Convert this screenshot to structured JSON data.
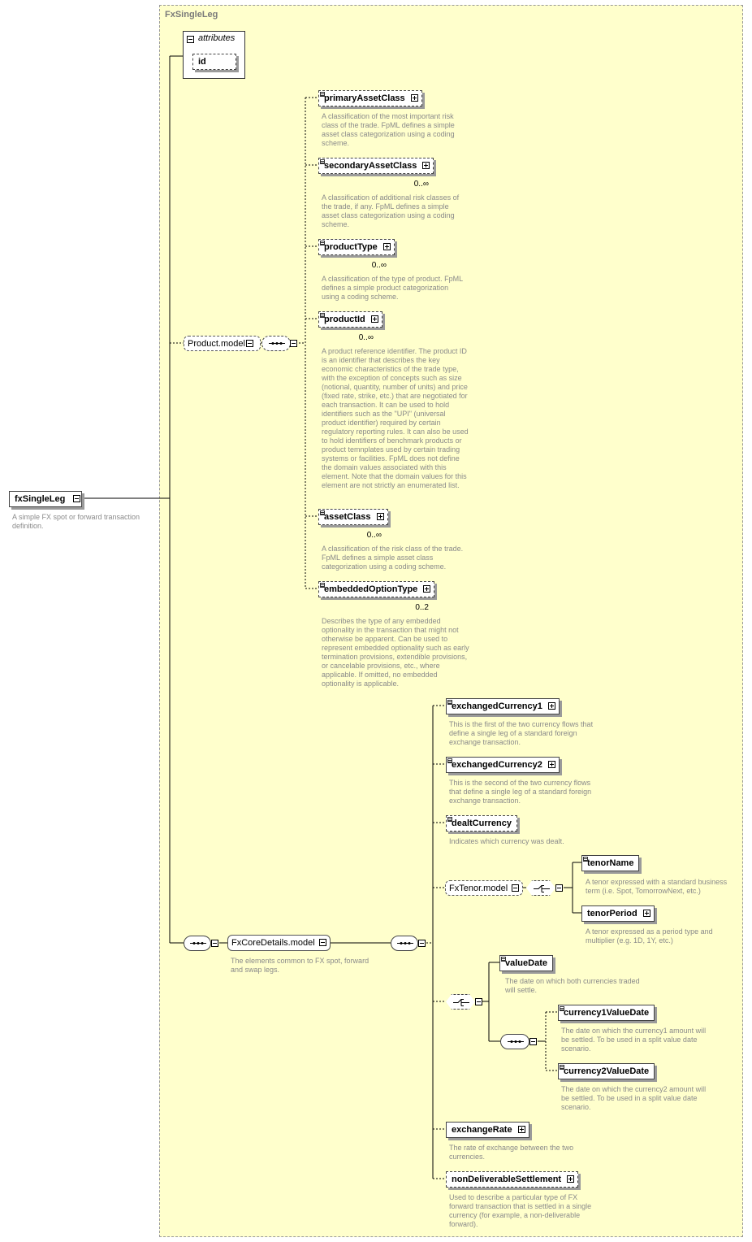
{
  "group": {
    "title": "FxSingleLeg"
  },
  "root": {
    "label": "fxSingleLeg",
    "doc": "A simple FX spot or forward transaction definition."
  },
  "attributes": {
    "header": "attributes",
    "items": [
      "id"
    ]
  },
  "product_model": {
    "label": "Product.model",
    "elements": [
      {
        "label": "primaryAssetClass",
        "card": "",
        "doc": "A classification of the most important risk class of the trade. FpML defines a simple asset class categorization using a coding scheme."
      },
      {
        "label": "secondaryAssetClass",
        "card": "0..∞",
        "doc": "A classification of additional risk classes of the trade, if any. FpML defines a simple asset class categorization using a coding scheme."
      },
      {
        "label": "productType",
        "card": "0..∞",
        "doc": "A classification of the type of product. FpML defines a simple product categorization using a coding scheme."
      },
      {
        "label": "productId",
        "card": "0..∞",
        "doc": "A product reference identifier. The product ID is an identifier that describes the key economic characteristics of the trade type, with the exception of concepts such as size (notional, quantity, number of units) and price (fixed rate, strike, etc.) that are negotiated for each transaction. It can be used to hold identifiers such as the \"UPI\" (universal product identifier) required by certain regulatory reporting rules. It can also be used to hold identifiers of benchmark products or product temnplates used by certain trading systems or facilities. FpML does not define the domain values associated with this element. Note that the domain values for this element are not strictly an enumerated list."
      },
      {
        "label": "assetClass",
        "card": "0..∞",
        "doc": "A classification of the risk class of the trade. FpML defines a simple asset class categorization using a coding scheme."
      },
      {
        "label": "embeddedOptionType",
        "card": "0..2",
        "doc": "Describes the type of any embedded optionality in the transaction that might not otherwise be apparent. Can be used to represent embedded optionality such as early termination provisions, extendible provisions, or cancelable provisions, etc., where applicable. If omitted, no embedded optionality is applicable."
      }
    ]
  },
  "core_model": {
    "label": "FxCoreDetails.model",
    "doc": "The elements common to FX spot, forward and swap legs.",
    "exchangedCurrency1": {
      "label": "exchangedCurrency1",
      "doc": "This is the first of the two currency flows that define a single leg of a standard foreign exchange transaction."
    },
    "exchangedCurrency2": {
      "label": "exchangedCurrency2",
      "doc": "This is the second of the two currency flows that define a single leg of a standard foreign exchange transaction."
    },
    "dealtCurrency": {
      "label": "dealtCurrency",
      "doc": "Indicates which currency was dealt."
    },
    "tenor_model": {
      "label": "FxTenor.model",
      "tenorName": {
        "label": "tenorName",
        "doc": "A tenor expressed with a standard business term (i.e. Spot, TomorrowNext, etc.)"
      },
      "tenorPeriod": {
        "label": "tenorPeriod",
        "doc": "A tenor expressed as a period type and multiplier (e.g. 1D, 1Y, etc.)"
      }
    },
    "valueDate": {
      "label": "valueDate",
      "doc": "The date on which both currencies traded will settle."
    },
    "currency1ValueDate": {
      "label": "currency1ValueDate",
      "doc": "The date on which the currency1 amount will be settled. To be used in a split value date scenario."
    },
    "currency2ValueDate": {
      "label": "currency2ValueDate",
      "doc": "The date on which the currency2 amount will be settled. To be used in a split value date scenario."
    },
    "exchangeRate": {
      "label": "exchangeRate",
      "doc": "The rate of exchange between the two currencies."
    },
    "nonDeliverableSettlement": {
      "label": "nonDeliverableSettlement",
      "doc": "Used to describe a particular type of FX forward transaction that is settled in a single currency (for example, a non-deliverable forward)."
    }
  }
}
